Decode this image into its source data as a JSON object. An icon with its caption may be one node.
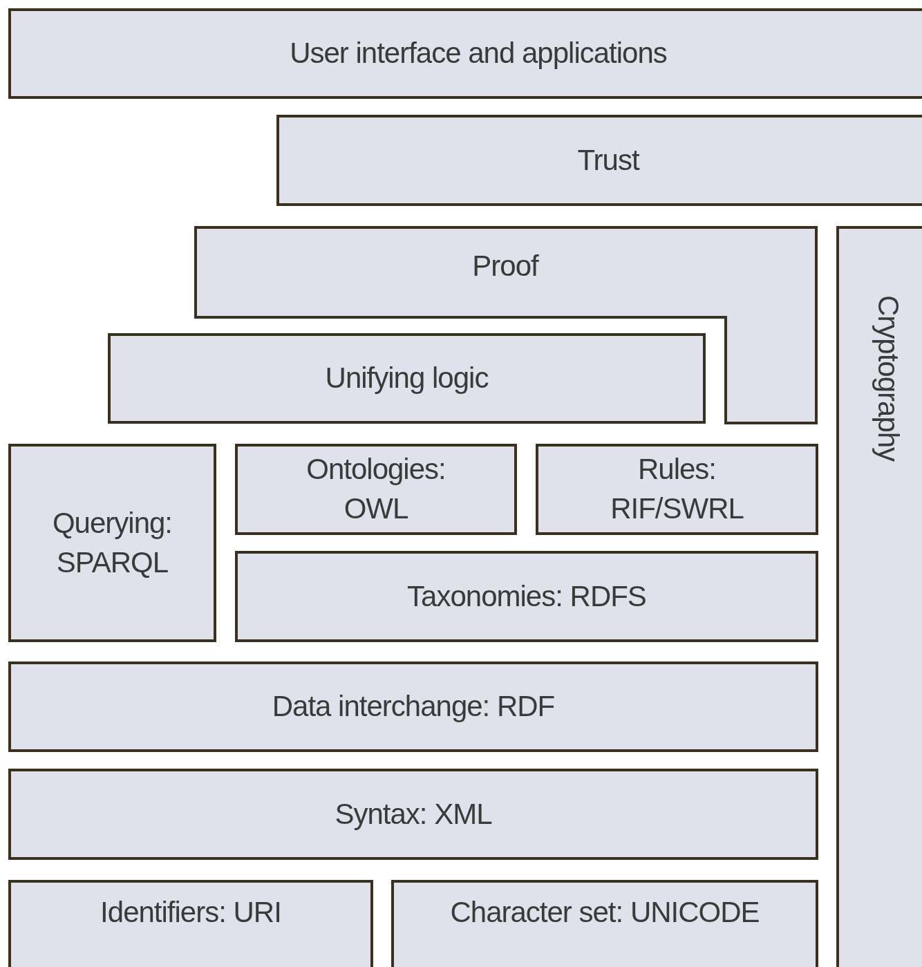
{
  "diagram": {
    "nodes": [
      {
        "text": [
          "User interface and applications"
        ]
      },
      {
        "text": [
          "Trust"
        ]
      },
      {
        "text": [
          "Proof"
        ]
      },
      {
        "text": [
          "Unifying logic"
        ]
      },
      {
        "text": [
          "Querying: SPARQL"
        ]
      },
      {
        "text": [
          "Ontologies: OWL"
        ]
      },
      {
        "text": [
          "Rules: RIF/SWRL"
        ]
      },
      {
        "text": [
          "Taxonomies: RDFS"
        ]
      },
      {
        "text": [
          "Data interchange: RDF"
        ]
      },
      {
        "text": [
          "Syntax: XML"
        ]
      },
      {
        "text": [
          "Identifiers: URI"
        ]
      },
      {
        "text": [
          "Character set: UNICODE"
        ]
      },
      {
        "text": [
          "Cryptography"
        ]
      }
    ],
    "edges": []
  }
}
